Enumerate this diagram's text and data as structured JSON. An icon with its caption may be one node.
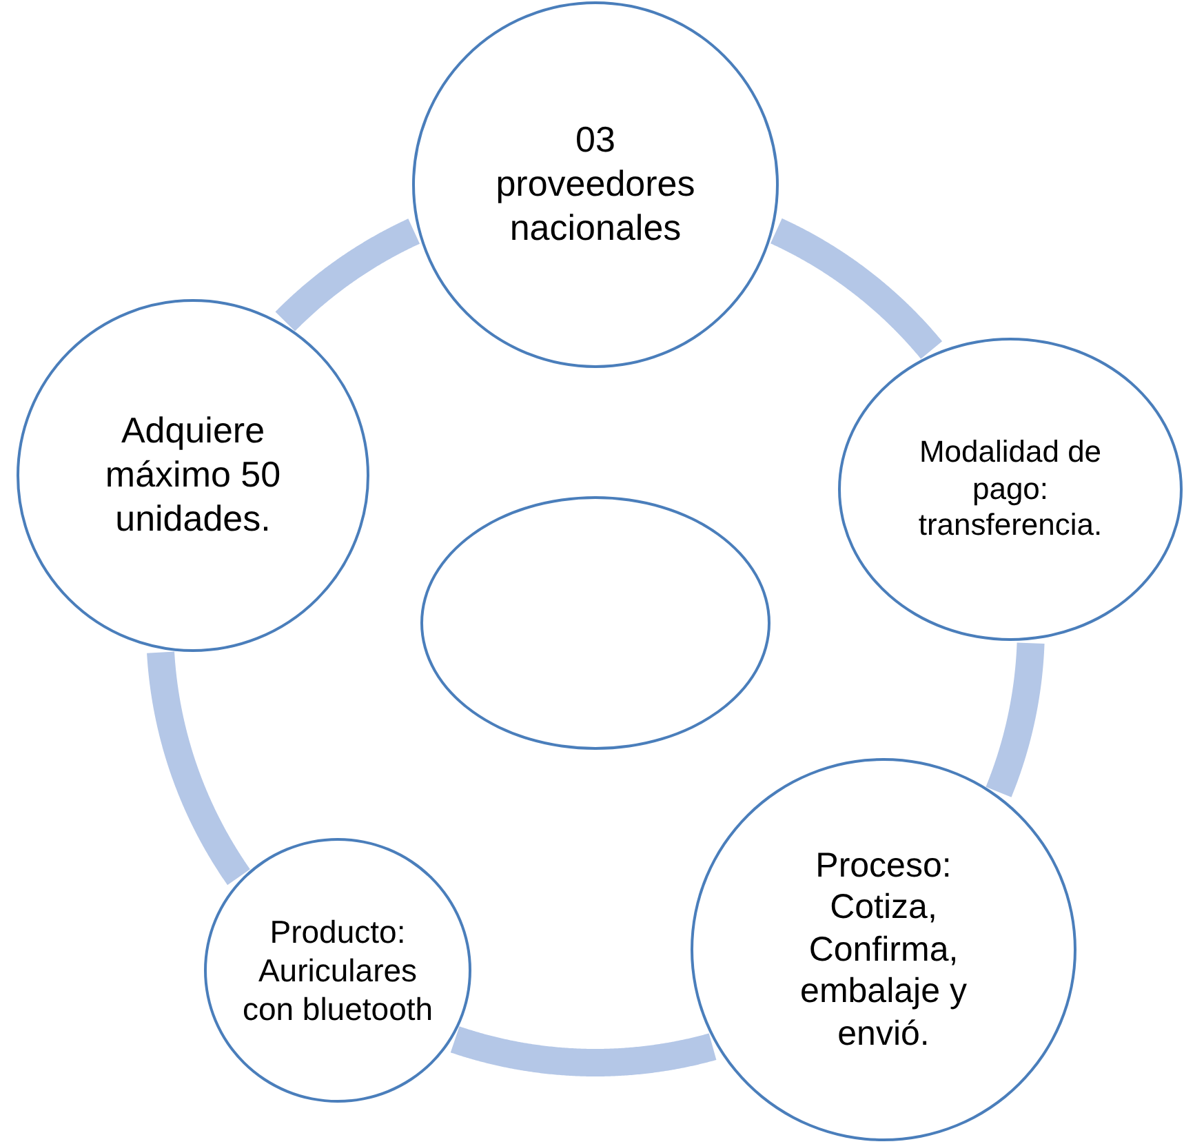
{
  "diagram": {
    "nodes": [
      {
        "text": [],
        "shape": "circle"
      },
      {
        "text": [
          "03 proveedores nacionales"
        ]
      },
      {
        "text": [
          "Modalidad de pago: transferencia."
        ]
      },
      {
        "text": [
          "Proceso: Cotiza, Confirma, embalaje y envió."
        ]
      },
      {
        "text": [
          "Producto: Auriculares con bluetooth"
        ]
      },
      {
        "text": [
          "Adquiere máximo 50 unidades."
        ]
      }
    ],
    "edges": [
      {
        "from": 1,
        "to": 2,
        "arrow": "none"
      },
      {
        "from": 2,
        "to": 3,
        "arrow": "none"
      },
      {
        "from": 3,
        "to": 4,
        "arrow": "none"
      },
      {
        "from": 4,
        "to": 5,
        "arrow": "none"
      },
      {
        "from": 5,
        "to": 1,
        "arrow": "none"
      }
    ]
  }
}
